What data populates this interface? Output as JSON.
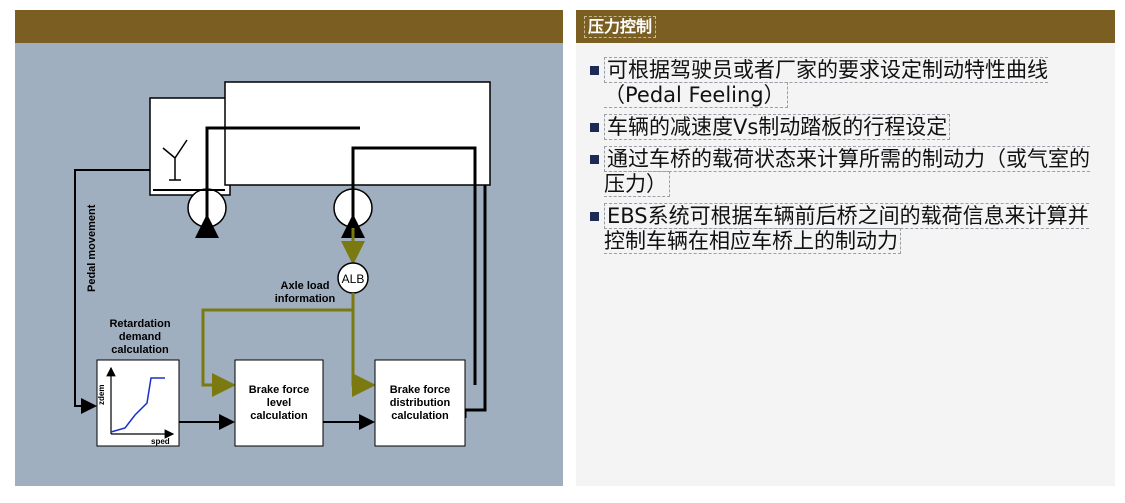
{
  "right_panel": {
    "title": "压力控制",
    "bullets": [
      {
        "text": "可根据驾驶员或者厂家的要求设定制动特性曲线（Pedal Feeling）"
      },
      {
        "text": "车辆的减速度Vs制动踏板的行程设定"
      },
      {
        "text": "通过车桥的载荷状态来计算所需的制动力（或气室的压力）"
      },
      {
        "text": "EBS系统可根据车辆前后桥之间的载荷信息来计算并控制车辆在相应车桥上的制动力"
      }
    ]
  },
  "diagram": {
    "pedal_label": "Pedal movement",
    "alb_label": "ALB",
    "axle_label_1": "Axle load",
    "axle_label_2": "information",
    "retard_1": "Retardation",
    "retard_2": "demand",
    "retard_3": "calculation",
    "bfl_1": "Brake force",
    "bfl_2": "level",
    "bfl_3": "calculation",
    "bfd_1": "Brake force",
    "bfd_2": "distribution",
    "bfd_3": "calculation",
    "graph_y": "zdem",
    "graph_x": "sped"
  },
  "colors": {
    "header": "#7b5f22",
    "panel": "#a0afbf",
    "olive": "#7a7a10"
  }
}
